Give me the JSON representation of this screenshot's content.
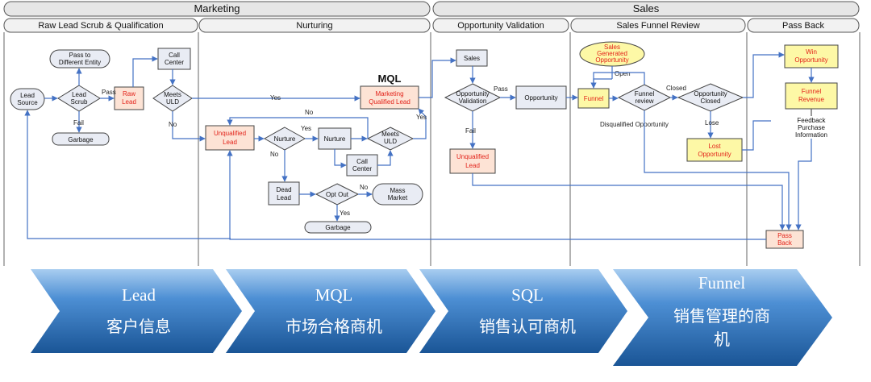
{
  "sections": {
    "marketing": "Marketing",
    "sales": "Sales"
  },
  "columns": {
    "raw_lead": "Raw Lead Scrub & Qualification",
    "nurturing": "Nurturing",
    "opp_validation": "Opportunity Validation",
    "funnel_review": "Sales Funnel Review",
    "pass_back": "Pass Back"
  },
  "nodes": {
    "pass_different": [
      "Pass to",
      "Different Entity"
    ],
    "call_center_1": [
      "Call",
      "Center"
    ],
    "lead_source": [
      "Lead",
      "Source"
    ],
    "lead_scrub": [
      "Lead",
      "Scrub"
    ],
    "raw_lead": [
      "Raw",
      "Lead"
    ],
    "meets_uld_1": [
      "Meets",
      "ULD"
    ],
    "garbage_1": "Garbage",
    "mql_title": "MQL",
    "marketing_qualified_lead": [
      "Marketing",
      "Qualified Lead"
    ],
    "unqualified_lead_1": [
      "Unqualified",
      "Lead"
    ],
    "nurture_dia": "Nurture",
    "nurture_box": "Nurture",
    "meets_uld_2": [
      "Meets",
      "ULD"
    ],
    "call_center_2": [
      "Call",
      "Center"
    ],
    "dead_lead": [
      "Dead",
      "Lead"
    ],
    "opt_out": "Opt Out",
    "mass_market": [
      "Mass",
      "Market"
    ],
    "garbage_2": "Garbage",
    "sales": "Sales",
    "opp_validation": [
      "Opportunity",
      "Validation"
    ],
    "opportunity": "Opportunity",
    "unqualified_lead_2": [
      "Unqualified",
      "Lead"
    ],
    "sales_generated": [
      "Sales",
      "Generated",
      "Opportunity"
    ],
    "funnel": "Funnel",
    "funnel_review": [
      "Funnel",
      "review"
    ],
    "opp_closed": [
      "Opportunity",
      "Closed"
    ],
    "lost_opp": [
      "Lost",
      "Opportunity"
    ],
    "win_opp": [
      "Win",
      "Opportunity"
    ],
    "funnel_revenue": [
      "Funnel",
      "Revenue"
    ],
    "feedback": [
      "Feedback",
      "Purchase",
      "Information"
    ],
    "pass_back": [
      "Pass",
      "Back"
    ]
  },
  "edge_labels": {
    "pass": "Pass",
    "fail": "Fail",
    "yes": "Yes",
    "no": "No",
    "opp_pass": "Pass",
    "opp_fail": "Fail",
    "open": "Open",
    "closed": "Closed",
    "lose": "Lose",
    "disqualified": "Disqualified Opportunity"
  },
  "stages": [
    {
      "title": "Lead",
      "subtitle": "客户信息"
    },
    {
      "title": "MQL",
      "subtitle": "市场合格商机"
    },
    {
      "title": "SQL",
      "subtitle": "销售认可商机"
    },
    {
      "title": "Funnel",
      "subtitle": [
        "销售管理的商",
        "机"
      ]
    }
  ],
  "colors": {
    "arrow_gradient_top": "#9ec5ec",
    "arrow_gradient_bottom": "#1d5c9e",
    "flow_line": "#4472c4",
    "red_text": "#e2231a"
  }
}
